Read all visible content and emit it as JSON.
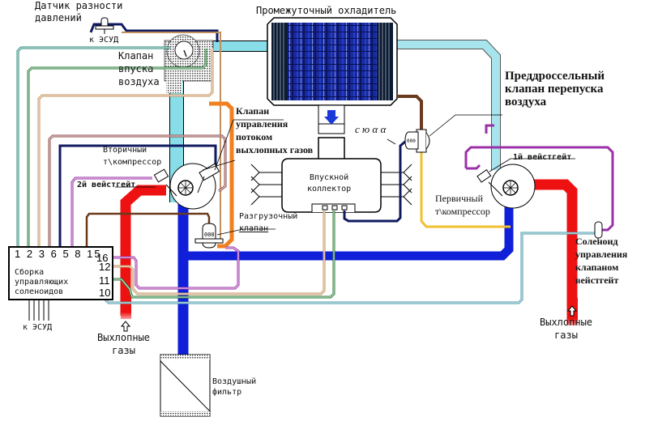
{
  "title": "Twin-turbo control scheme",
  "labels": {
    "pressure_sensor": [
      "Датчик разности",
      "давлений"
    ],
    "to_ecu_top": "к ЭСУД",
    "intake_valve": [
      "Клапан",
      "впуска",
      "воздуха"
    ],
    "intercooler": "Промежуточный охладитель",
    "throttle_bypass": [
      "Преддроссельный",
      "клапан перепуска",
      "воздуха"
    ],
    "exhaust_flow_valve": [
      "Клапан",
      "управления",
      "потоком",
      "выхлопных газов"
    ],
    "secondary_turbo": [
      "Вторичный",
      "т\\компрессор"
    ],
    "wastegate_2": "2й вейстгейт",
    "wastegate_1": "1й вейстгейт",
    "intake_manifold": [
      "Впускной",
      "коллектор"
    ],
    "relief_valve": [
      "Разгрузочный",
      "клапан"
    ],
    "primary_turbo": [
      "Первичный",
      "т\\компрессор"
    ],
    "wastegate_solenoid": [
      "Соленоид",
      "управления",
      "клапаном",
      "вейстгейт"
    ],
    "solenoid_block": [
      "Сборка",
      "управляющих",
      "соленоидов"
    ],
    "to_ecu_bottom": "к ЭСУД",
    "exhaust_left": [
      "Выхлопные",
      "газы"
    ],
    "exhaust_right": [
      "Выхлопные",
      "газы"
    ],
    "air_filter": [
      "Воздушный",
      "фильтр"
    ],
    "handwritten_note": "с ю α α"
  },
  "solenoid_ports_top": [
    "1",
    "2",
    "3",
    "6",
    "5",
    "8",
    "15"
  ],
  "solenoid_ports_right": [
    "16",
    "12",
    "11",
    "10"
  ],
  "colors": {
    "cold_air": "#88dde8",
    "intake_air": "#1020d8",
    "exhaust": "#ee1111",
    "orange_line": "#f08020",
    "brown_line": "#6b3a1c",
    "purple_line": "#9b30a8",
    "green_line": "#2a7a3a",
    "navy_line": "#101a60",
    "tan_line": "#c09060",
    "teal_line": "#2a8a7a",
    "yellow_line": "#f0c030"
  }
}
